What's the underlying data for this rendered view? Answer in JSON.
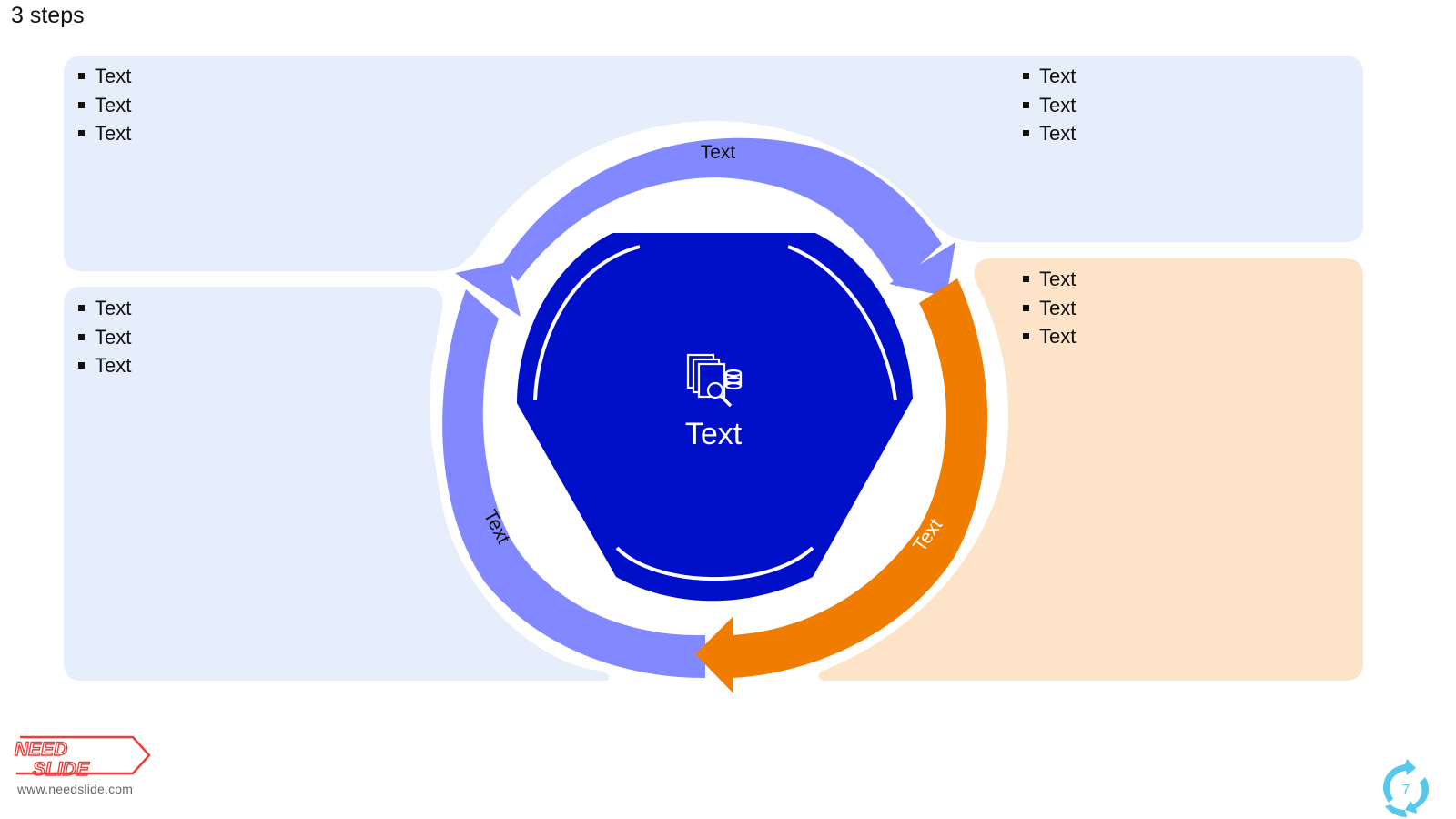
{
  "slide": {
    "title": "3 steps",
    "page_number": "7"
  },
  "panels": {
    "top_left": {
      "bullets": [
        "Text",
        "Text",
        "Text"
      ]
    },
    "top_right": {
      "bullets": [
        "Text",
        "Text",
        "Text"
      ]
    },
    "middle_left": {
      "bullets": [
        "Text",
        "Text",
        "Text"
      ]
    },
    "middle_right": {
      "bullets": [
        "Text",
        "Text",
        "Text"
      ]
    }
  },
  "cycle": {
    "center_label": "Text",
    "center_icon": "document-search-icon",
    "arrows": [
      {
        "label": "Text",
        "color": "#8288FF"
      },
      {
        "label": "Text",
        "color": "#8288FF"
      },
      {
        "label": "Text",
        "color": "#F07C00"
      }
    ],
    "hub_color": "#0010C8"
  },
  "colors": {
    "panel_blue": "#E6EDFB",
    "panel_orange": "#FDE4C9",
    "arrow_blue": "#8288FF",
    "arrow_orange": "#F07C00",
    "hub": "#0010C8",
    "logo_red": "#E8403B",
    "badge": "#55C8EE"
  },
  "footer": {
    "logo_line1": "NEED",
    "logo_line2": "SLIDE",
    "url": "www.needslide.com"
  }
}
